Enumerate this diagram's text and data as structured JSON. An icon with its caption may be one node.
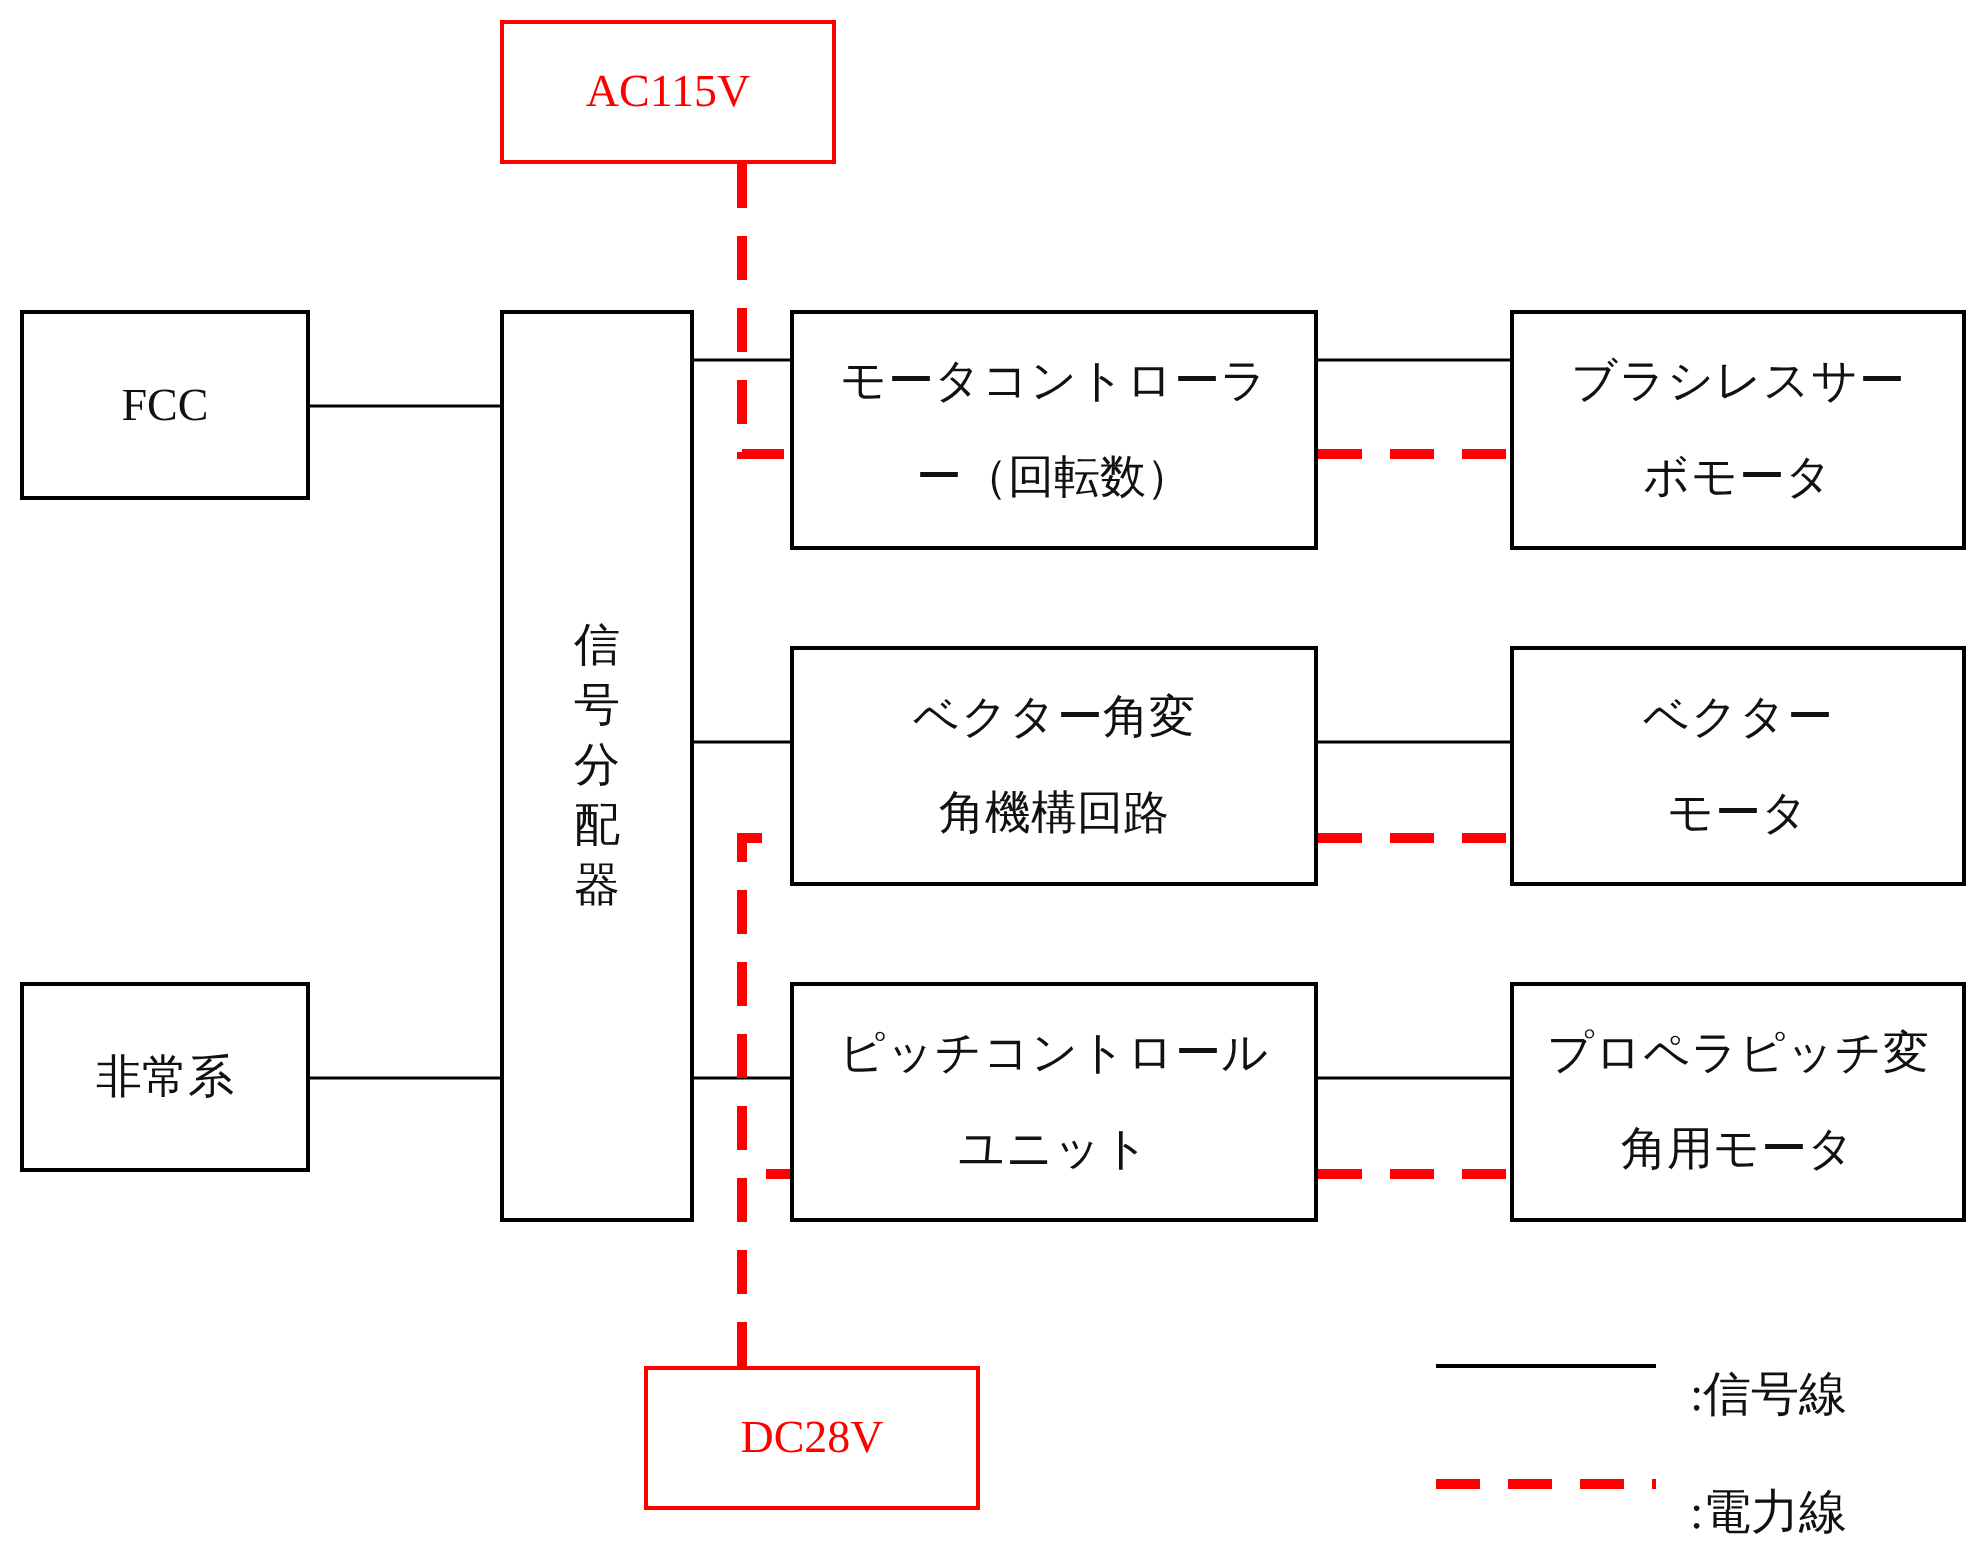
{
  "diagram": {
    "nodes": [
      {
        "text": [
          "AC115V"
        ]
      },
      {
        "text": [
          "FCC"
        ]
      },
      {
        "text": [
          "信号分配器"
        ]
      },
      {
        "text": [
          "モータコントローラー（回転数）"
        ]
      },
      {
        "text": [
          "ブラシレスサーボモータ"
        ]
      },
      {
        "text": [
          "ベクター角変角機構回路"
        ]
      },
      {
        "text": [
          "ベクターモータ"
        ]
      },
      {
        "text": [
          "非常系"
        ]
      },
      {
        "text": [
          "ピッチコントロールユニット"
        ]
      },
      {
        "text": [
          "プロペラピッチ変角用モータ"
        ]
      },
      {
        "text": [
          "DC28V"
        ]
      }
    ],
    "edges": [
      {
        "from": 1,
        "to": 2,
        "arrow": "none"
      },
      {
        "from": 7,
        "to": 2,
        "arrow": "none"
      },
      {
        "from": 2,
        "to": 3,
        "arrow": "none"
      },
      {
        "from": 2,
        "to": 5,
        "arrow": "none"
      },
      {
        "from": 2,
        "to": 8,
        "arrow": "none"
      },
      {
        "from": 3,
        "to": 4,
        "arrow": "none"
      },
      {
        "from": 5,
        "to": 6,
        "arrow": "none"
      },
      {
        "from": 8,
        "to": 9,
        "arrow": "none"
      },
      {
        "from": 0,
        "to": 3,
        "arrow": "none",
        "style": "dashed",
        "color": "#ff0000"
      },
      {
        "from": 10,
        "to": 5,
        "arrow": "none",
        "style": "dashed",
        "color": "#ff0000"
      },
      {
        "from": 10,
        "to": 8,
        "arrow": "none",
        "style": "dashed",
        "color": "#ff0000"
      },
      {
        "from": 3,
        "to": 4,
        "arrow": "none",
        "style": "dashed",
        "color": "#ff0000"
      },
      {
        "from": 5,
        "to": 6,
        "arrow": "none",
        "style": "dashed",
        "color": "#ff0000"
      },
      {
        "from": 8,
        "to": 9,
        "arrow": "none",
        "style": "dashed",
        "color": "#ff0000"
      }
    ],
    "legend": [
      {
        "text": ":信号線"
      },
      {
        "text": ":電力線"
      }
    ]
  }
}
